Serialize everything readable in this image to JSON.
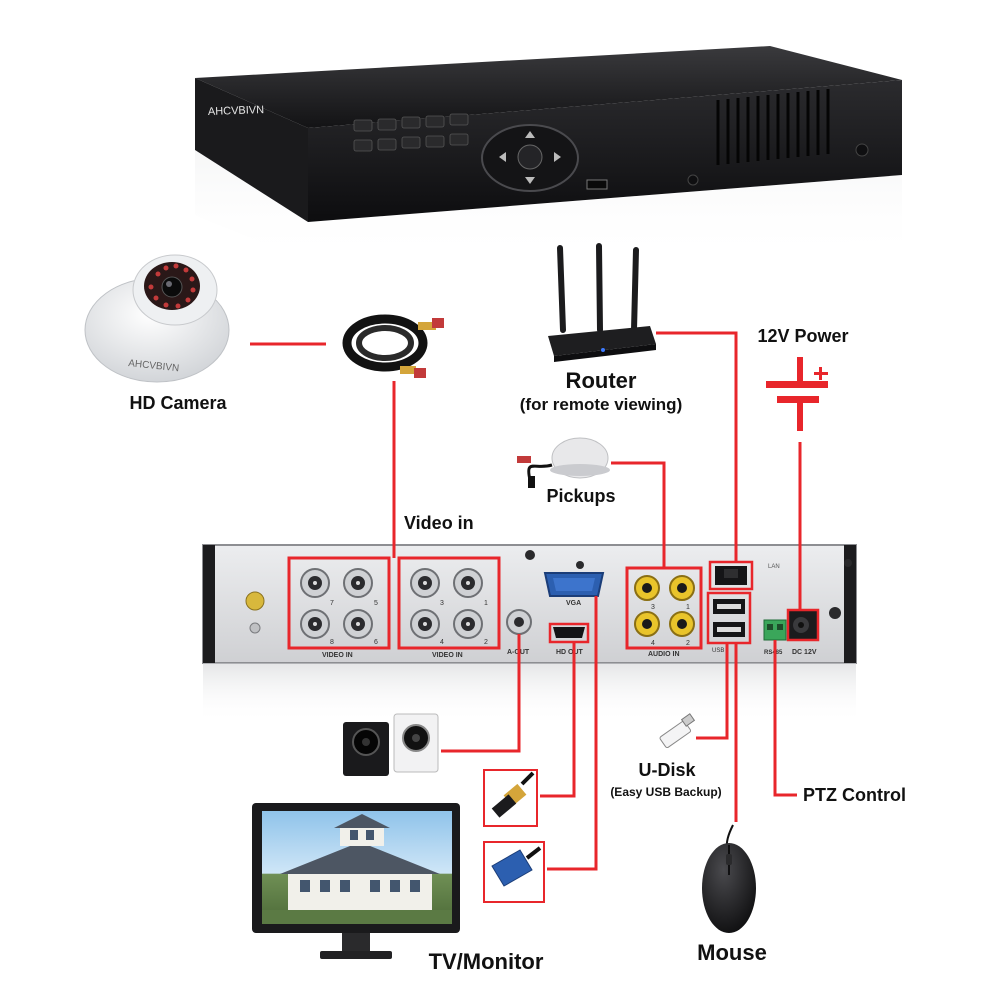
{
  "devices": {
    "dvr_brand": "AHCVBIVN",
    "camera_brand": "AHCVBIVN",
    "panel_labels": {
      "video_in_left": "VIDEO IN",
      "video_in_right": "VIDEO IN",
      "vga": "VGA",
      "a_out": "A-OUT",
      "hd_out": "HD OUT",
      "audio_in": "AUDIO IN",
      "lan": "LAN",
      "usb": "USB",
      "rs485": "RS485",
      "dc12v": "DC 12V"
    },
    "bnc_numbers": [
      "7",
      "5",
      "8",
      "6",
      "3",
      "1",
      "4",
      "2"
    ],
    "rca_numbers": [
      "3",
      "1",
      "4",
      "2"
    ]
  },
  "labels": {
    "hd_camera": "HD Camera",
    "router": "Router",
    "router_sub": "(for remote viewing)",
    "power": "12V Power",
    "pickups": "Pickups",
    "video_in": "Video in",
    "udisk": "U-Disk",
    "udisk_sub": "(Easy USB Backup)",
    "ptz": "PTZ Control",
    "tv": "TV/Monitor",
    "mouse": "Mouse"
  },
  "colors": {
    "connector_line": "#e8262b",
    "device_dark": "#1c1c1e",
    "panel_silver": "#d9dadc"
  }
}
